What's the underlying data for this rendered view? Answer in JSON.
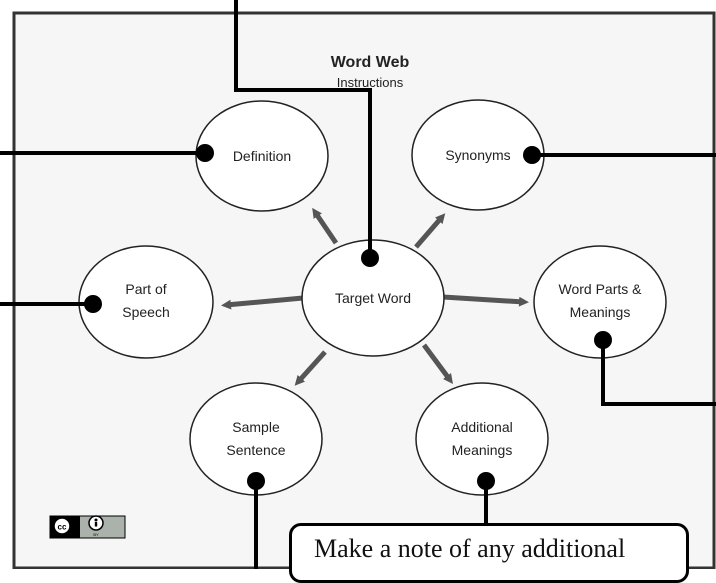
{
  "title": "Word Web",
  "subtitle": "Instructions",
  "nodes": {
    "center": "Target Word",
    "definition": "Definition",
    "synonyms": "Synonyms",
    "part_of_speech": [
      "Part of",
      "Speech"
    ],
    "word_parts": [
      "Word Parts &",
      "Meanings"
    ],
    "sample_sentence": [
      "Sample",
      "Sentence"
    ],
    "additional_meanings": [
      "Additional",
      "Meanings"
    ]
  },
  "callout_text": "Make a note of any additional",
  "license_badge": "BY"
}
